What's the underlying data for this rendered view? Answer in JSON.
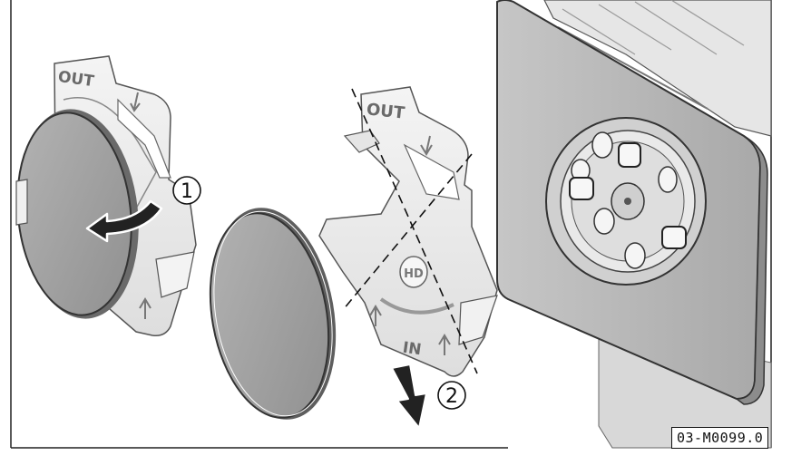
{
  "figure": {
    "reference_code": "03-M0099.0",
    "step_1": "1",
    "step_2": "2",
    "left_bracket_out": "OUT",
    "right_bracket_out": "OUT",
    "right_bracket_in": "IN"
  }
}
